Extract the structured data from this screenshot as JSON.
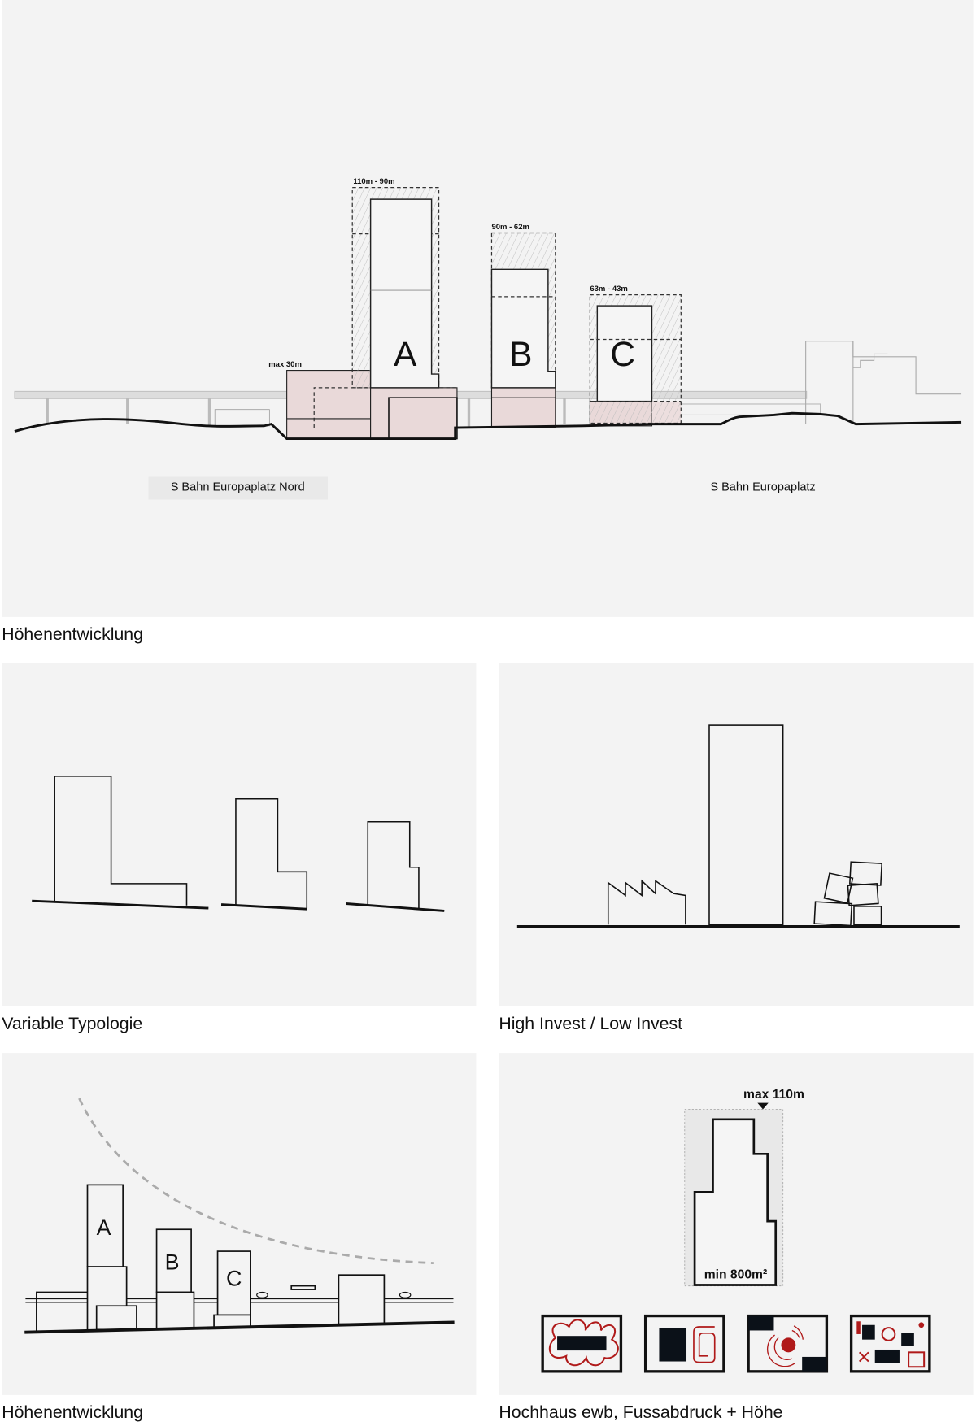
{
  "top_panel": {
    "caption": "Höhenentwicklung",
    "label_max30": "max 30m",
    "tower_a": {
      "letter": "A",
      "range": "110m - 90m"
    },
    "tower_b": {
      "letter": "B",
      "range": "90m - 62m"
    },
    "tower_c": {
      "letter": "C",
      "range": "63m - 43m"
    },
    "station_nord": "S Bahn Europaplatz Nord",
    "station": "S Bahn Europaplatz"
  },
  "typology_panel": {
    "caption": "Variable Typologie"
  },
  "invest_panel": {
    "caption": "High Invest / Low Invest"
  },
  "height_panel": {
    "caption": "Höhenentwicklung",
    "a": "A",
    "b": "B",
    "c": "C"
  },
  "footprint_panel": {
    "caption": "Hochhaus ewb, Fussabdruck + Höhe",
    "max_height": "max 110m",
    "min_area": "min 800m²"
  },
  "colors": {
    "panel": "#f3f3f3",
    "pink": "#e9d9d9",
    "accent_red": "#b01a1a",
    "ink": "#111111"
  }
}
